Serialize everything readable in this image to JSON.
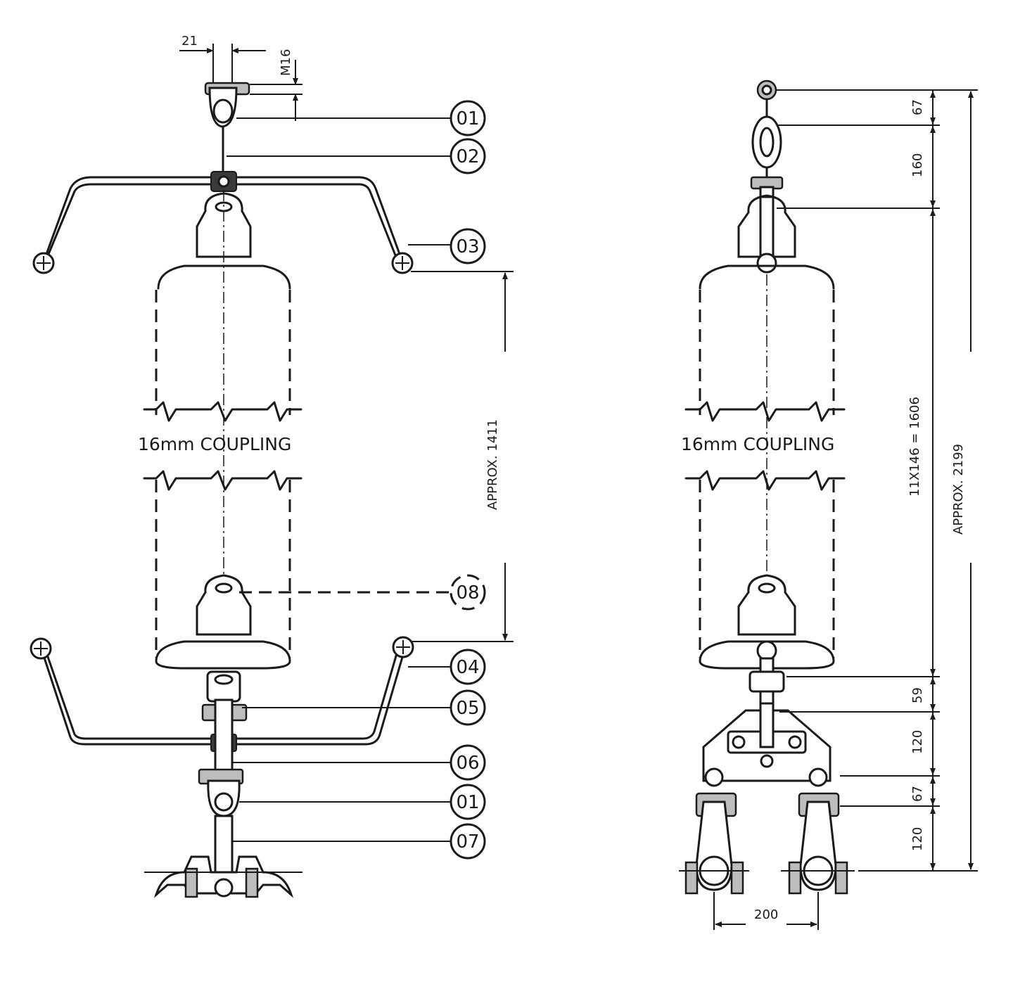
{
  "left_view": {
    "dim_top_width": "21",
    "dim_thread": "M16",
    "coupling_label": "16mm  COUPLING",
    "approx_length": "APPROX. 1411",
    "callouts": [
      "01",
      "02",
      "03",
      "08",
      "04",
      "05",
      "06",
      "01",
      "07"
    ]
  },
  "right_view": {
    "coupling_label": "16mm  COUPLING",
    "dims": {
      "d1": "67",
      "d2": "160",
      "string": "11X146 = 1606",
      "total": "APPROX. 2199",
      "d3": "59",
      "d4": "120",
      "d5": "67",
      "d6": "120",
      "spacing": "200"
    }
  }
}
